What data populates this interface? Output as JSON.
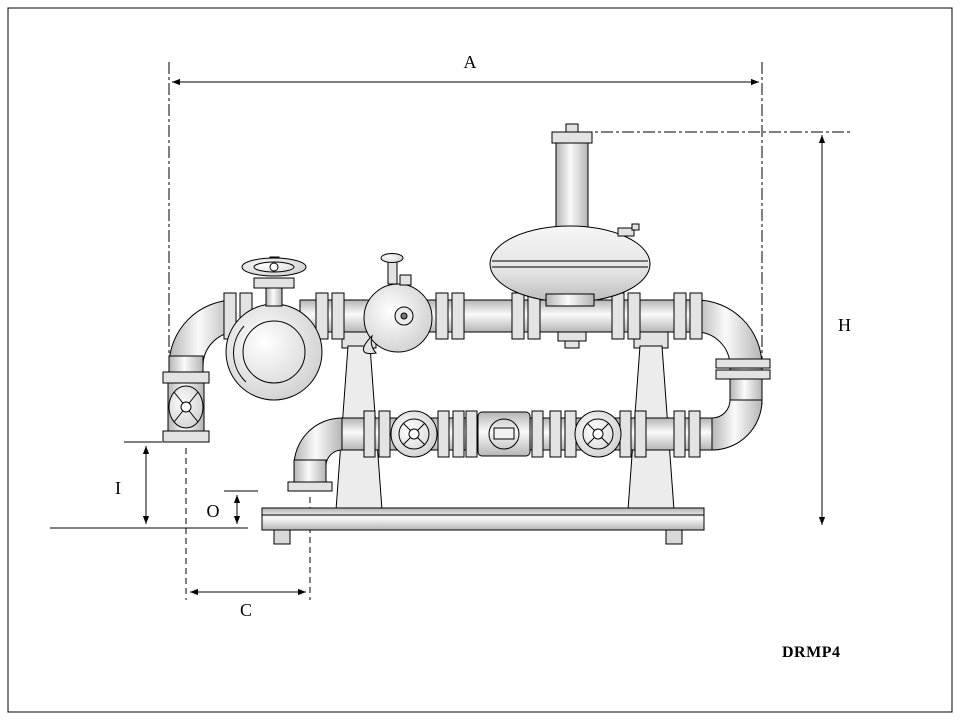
{
  "diagram": {
    "model_label": "DRMP4",
    "dimension_labels": {
      "overall_width": "A",
      "overall_height": "H",
      "inlet_height": "I",
      "drain_height": "O",
      "inlet_to_drain_offset": "C"
    },
    "colors": {
      "line": "#000000",
      "background": "#ffffff",
      "metal_light": "#fafafa",
      "metal_mid": "#e3e3e3",
      "metal_dark": "#b5b5b5"
    }
  }
}
